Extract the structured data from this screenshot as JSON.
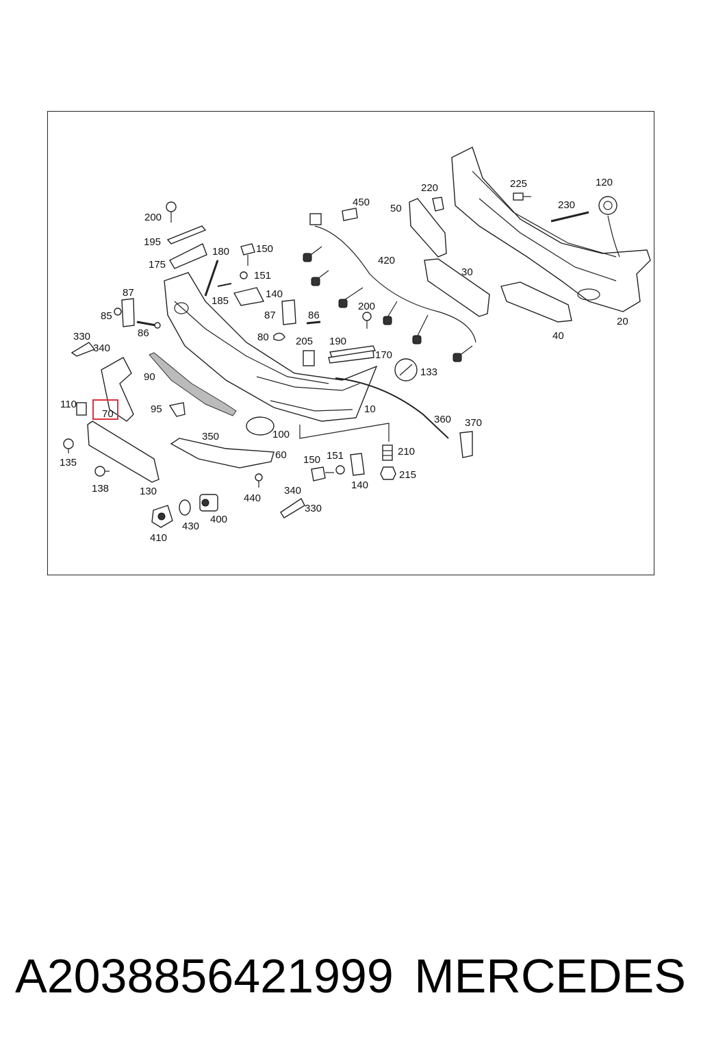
{
  "callouts": [
    {
      "id": "200a",
      "text": "200"
    },
    {
      "id": "195",
      "text": "195"
    },
    {
      "id": "175",
      "text": "175"
    },
    {
      "id": "180",
      "text": "180"
    },
    {
      "id": "150a",
      "text": "150"
    },
    {
      "id": "151a",
      "text": "151"
    },
    {
      "id": "185",
      "text": "185"
    },
    {
      "id": "140a",
      "text": "140"
    },
    {
      "id": "450",
      "text": "450"
    },
    {
      "id": "420",
      "text": "420"
    },
    {
      "id": "50",
      "text": "50"
    },
    {
      "id": "220",
      "text": "220"
    },
    {
      "id": "225",
      "text": "225"
    },
    {
      "id": "230",
      "text": "230"
    },
    {
      "id": "120",
      "text": "120"
    },
    {
      "id": "30",
      "text": "30"
    },
    {
      "id": "40",
      "text": "40"
    },
    {
      "id": "20",
      "text": "20"
    },
    {
      "id": "87a",
      "text": "87"
    },
    {
      "id": "85",
      "text": "85"
    },
    {
      "id": "86a",
      "text": "86"
    },
    {
      "id": "87b",
      "text": "87"
    },
    {
      "id": "86b",
      "text": "86"
    },
    {
      "id": "200b",
      "text": "200"
    },
    {
      "id": "80",
      "text": "80"
    },
    {
      "id": "205",
      "text": "205"
    },
    {
      "id": "190",
      "text": "190"
    },
    {
      "id": "170",
      "text": "170"
    },
    {
      "id": "133",
      "text": "133"
    },
    {
      "id": "330a",
      "text": "330"
    },
    {
      "id": "340a",
      "text": "340"
    },
    {
      "id": "90",
      "text": "90"
    },
    {
      "id": "110",
      "text": "110"
    },
    {
      "id": "70",
      "text": "70"
    },
    {
      "id": "95",
      "text": "95"
    },
    {
      "id": "10",
      "text": "10"
    },
    {
      "id": "360",
      "text": "360"
    },
    {
      "id": "370",
      "text": "370"
    },
    {
      "id": "350",
      "text": "350"
    },
    {
      "id": "100",
      "text": "100"
    },
    {
      "id": "60",
      "text": "60"
    },
    {
      "id": "135",
      "text": "135"
    },
    {
      "id": "138",
      "text": "138"
    },
    {
      "id": "130",
      "text": "130"
    },
    {
      "id": "150b",
      "text": "150"
    },
    {
      "id": "151b",
      "text": "151"
    },
    {
      "id": "140b",
      "text": "140"
    },
    {
      "id": "210",
      "text": "210"
    },
    {
      "id": "215",
      "text": "215"
    },
    {
      "id": "440",
      "text": "440"
    },
    {
      "id": "340b",
      "text": "340"
    },
    {
      "id": "330b",
      "text": "330"
    },
    {
      "id": "400",
      "text": "400"
    },
    {
      "id": "430",
      "text": "430"
    },
    {
      "id": "410",
      "text": "410"
    }
  ],
  "highlight_color": "#e0303a",
  "caption": {
    "part_number": "A2038856421999",
    "brand": "MERCEDES"
  }
}
